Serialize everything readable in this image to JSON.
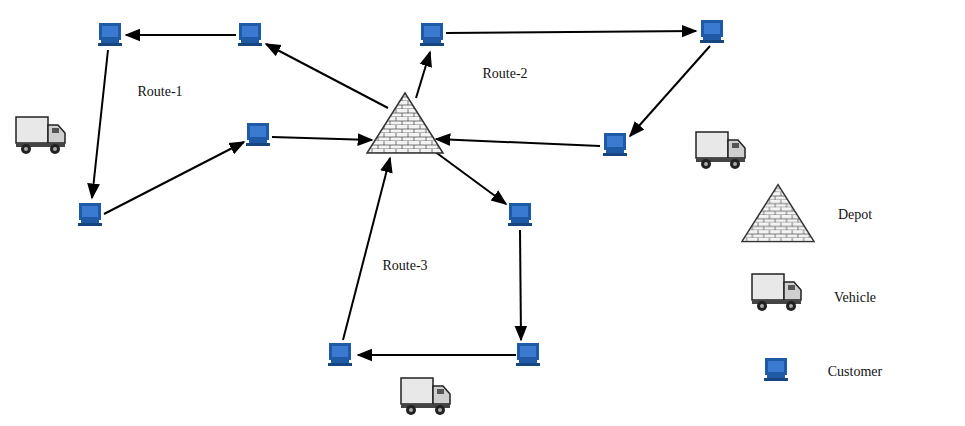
{
  "diagram": {
    "labels": [
      "Route-1",
      "Route-2",
      "Route-3"
    ],
    "legend": [
      {
        "text": "Depot"
      },
      {
        "text": "Vehicle"
      },
      {
        "text": "Customer"
      }
    ]
  }
}
